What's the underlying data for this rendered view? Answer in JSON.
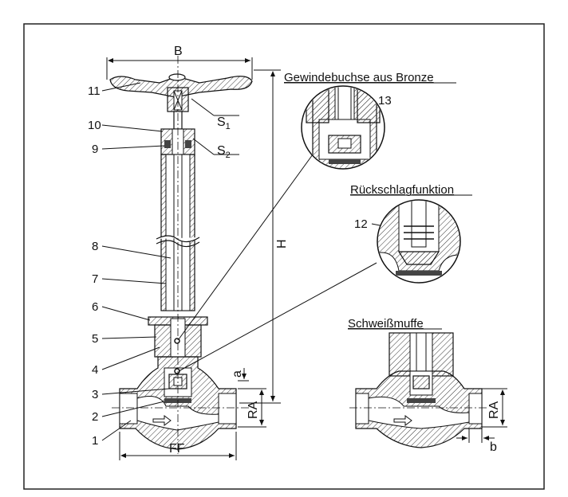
{
  "labels": {
    "n1": "1",
    "n2": "2",
    "n3": "3",
    "n4": "4",
    "n5": "5",
    "n6": "6",
    "n7": "7",
    "n8": "8",
    "n9": "9",
    "n10": "10",
    "n11": "11",
    "n12": "12",
    "n13": "13"
  },
  "dimensions": {
    "B": "B",
    "H": "H",
    "FF": "FF",
    "RA_left": "RA",
    "RA_right": "RA",
    "a": "a",
    "b": "b",
    "S1": "S",
    "S1_sub": "1",
    "S2": "S",
    "S2_sub": "2"
  },
  "captions": {
    "detail1": "Gewindebuchse aus Bronze",
    "detail2": "Rückschlagfunktion",
    "detail3": "Schweißmuffe"
  }
}
